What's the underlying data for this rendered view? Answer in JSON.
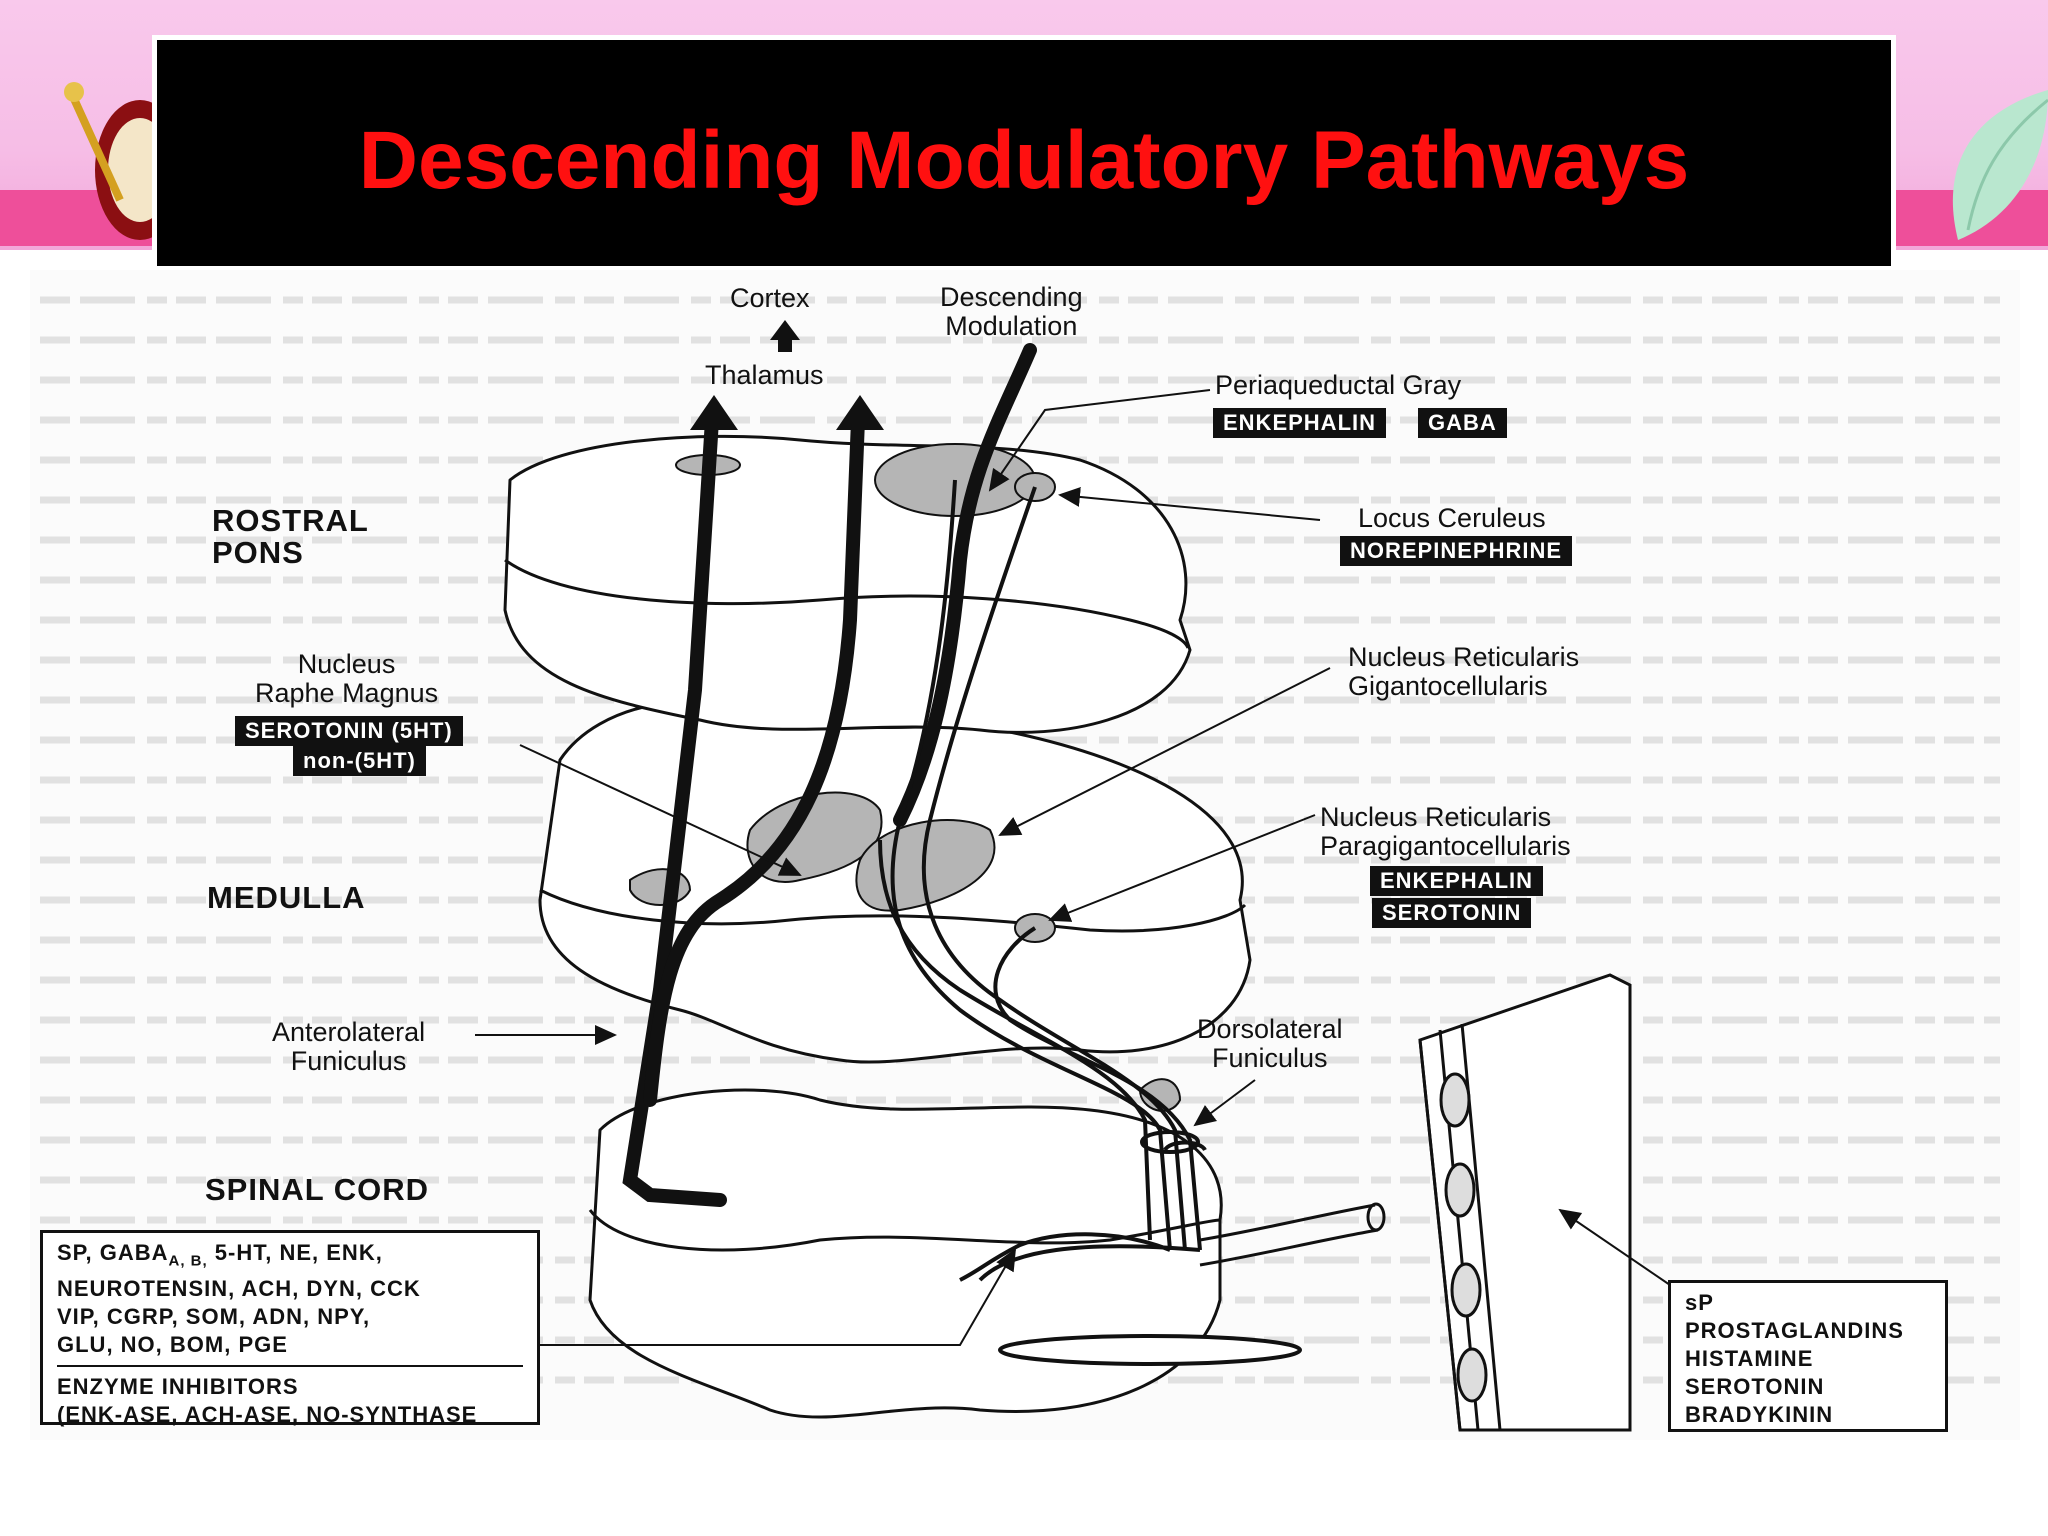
{
  "slide": {
    "title": "Descending Modulatory Pathways",
    "colors": {
      "title": "#ff1010",
      "banner_bg": "#000000",
      "pink_band": "#f6bde6",
      "pink_stripe": "#ee4f9a"
    }
  },
  "diagram": {
    "top_labels": {
      "cortex": "Cortex",
      "thalamus": "Thalamus",
      "descending_modulation": "Descending\nModulation"
    },
    "regions": {
      "rostral_pons": "ROSTRAL\nPONS",
      "medulla": "MEDULLA",
      "spinal_cord": "SPINAL CORD"
    },
    "nuclei": {
      "pag": {
        "name": "Periaqueductal Gray",
        "tags": [
          "ENKEPHALIN",
          "GABA"
        ]
      },
      "locus": {
        "name": "Locus Ceruleus",
        "tags": [
          "NOREPINEPHRINE"
        ]
      },
      "nrg": {
        "name": "Nucleus Reticularis\nGigantocellularis"
      },
      "nrpg": {
        "name": "Nucleus Reticularis\nParagigantocellularis",
        "tags": [
          "ENKEPHALIN",
          "SEROTONIN"
        ]
      },
      "nrm": {
        "name": "Nucleus\nRaphe Magnus",
        "tags": [
          "SEROTONIN (5HT)",
          "non-(5HT)"
        ]
      }
    },
    "funiculi": {
      "anterolateral": "Anterolateral\nFuniculus",
      "dorsolateral": "Dorsolateral\nFuniculus"
    },
    "spinal_box": {
      "line1": "SP,  GABA",
      "line1_sub": "A, B,",
      "line1_rest": "  5-HT,  NE,  ENK,",
      "line2": "NEUROTENSIN,  ACH,  DYN,  CCK",
      "line3": "VIP,  CGRP,   SOM,  ADN,  NPY,",
      "line4": "GLU,  NO,  BOM,  PGE",
      "line5": "ENZYME INHIBITORS",
      "line6": "(ENK-ASE, ACH-ASE, NO-SYNTHASE"
    },
    "peripheral_box": [
      "sP",
      "PROSTAGLANDINS",
      "HISTAMINE",
      "SEROTONIN",
      "BRADYKININ"
    ]
  }
}
